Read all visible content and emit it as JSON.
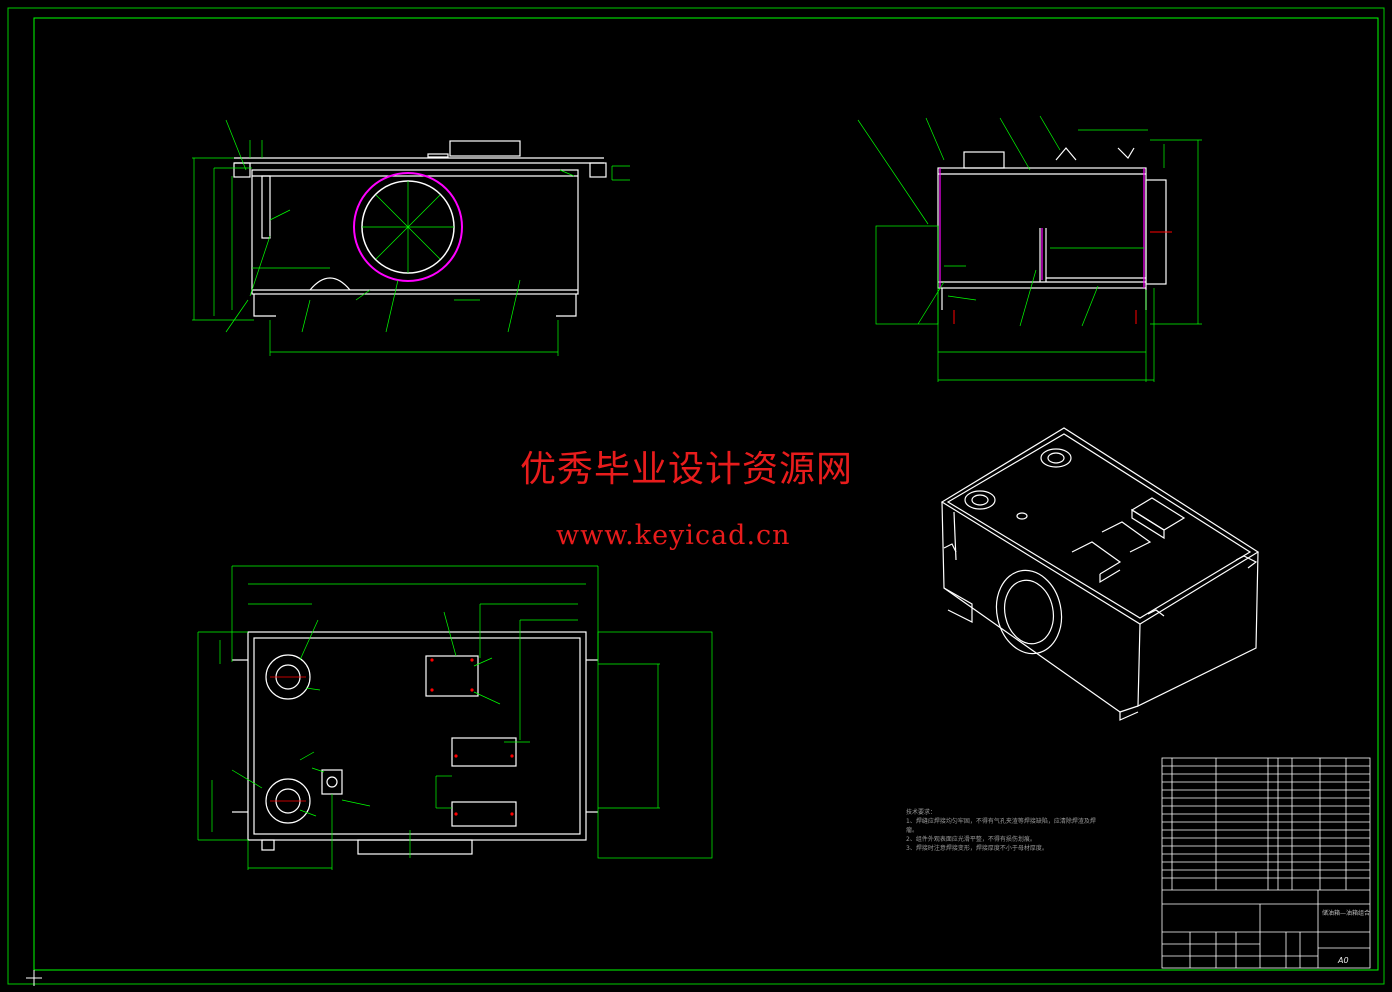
{
  "watermark": {
    "title": "优秀毕业设计资源网",
    "url": "www.keyicad.cn"
  },
  "tech_notes": {
    "heading": "技术要求：",
    "items": [
      "1、焊缝应焊接均匀牢固，不得有气孔夹渣等焊接缺陷，应清除焊渣及焊瘤。",
      "2、组件外观表面应光滑平整，不得有损伤划痕。",
      "3、焊接时注意焊接变形，焊接厚度不小于母材厚度。"
    ]
  },
  "title_block": {
    "drawing_name": "储油箱—油箱组合",
    "sheet_size": "A0"
  },
  "colors": {
    "background": "#000000",
    "border": "#00ff00",
    "outline": "#ffffff",
    "dimension": "#00ff00",
    "highlight": "#ff00ff",
    "center_line": "#ff0000",
    "watermark": "#e81c1c"
  }
}
